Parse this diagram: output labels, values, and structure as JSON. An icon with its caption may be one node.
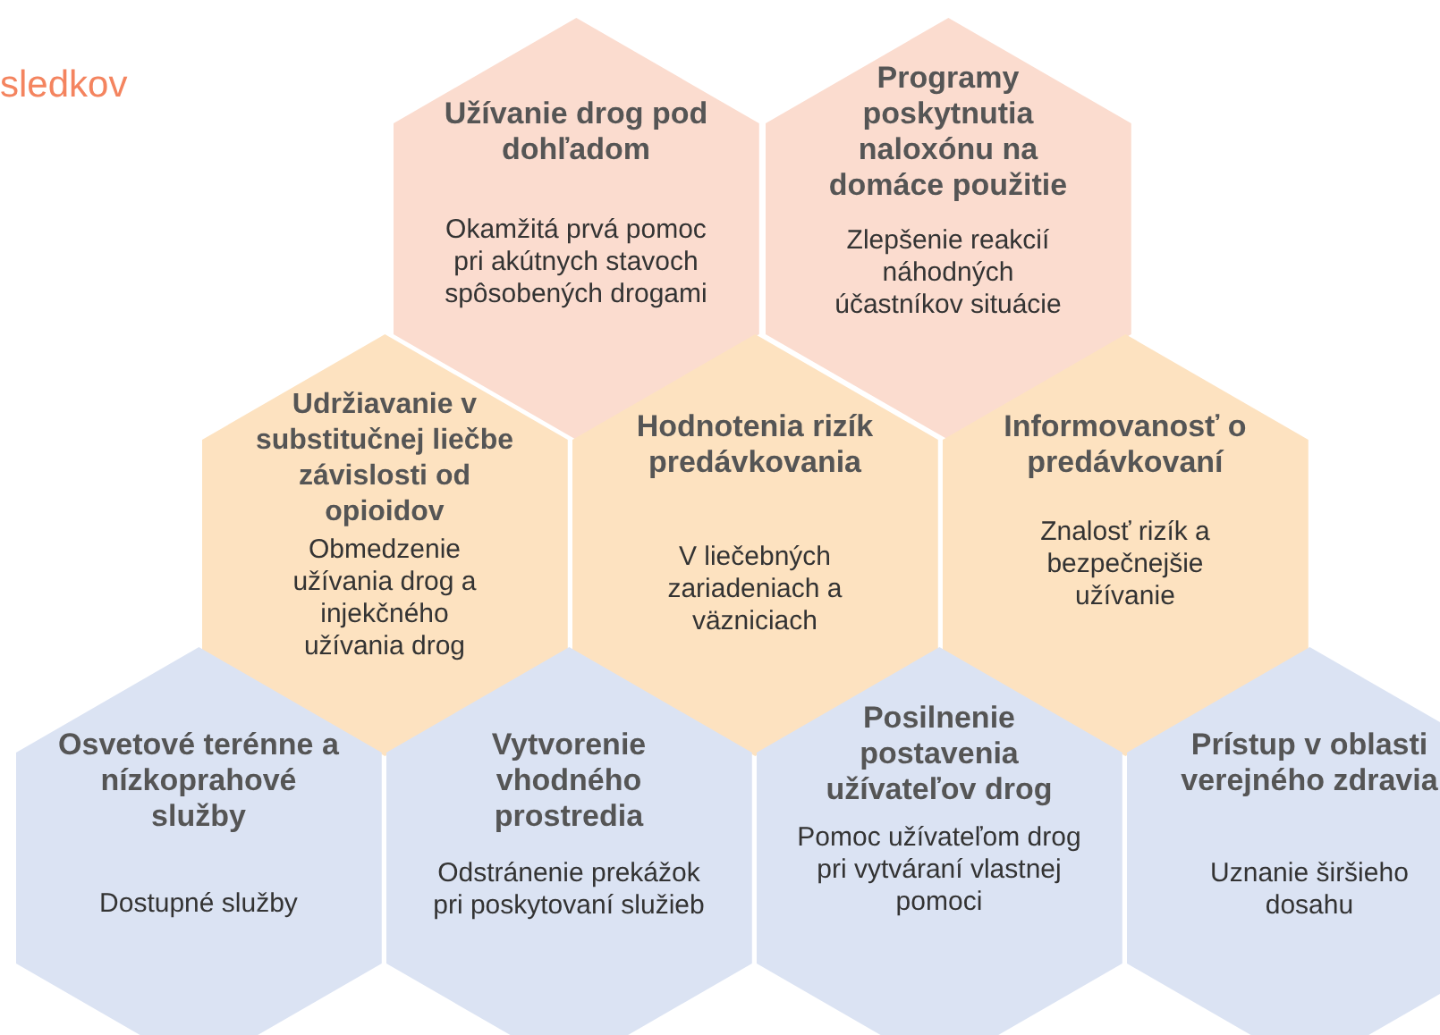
{
  "diagram": {
    "nodes": [
      {
        "text": [
          "Užívanie drog pod dohľadom",
          "Okamžitá prvá pomoc pri akútnych stavoch spôsobených drogami"
        ]
      },
      {
        "text": [
          "Programy poskytnutia naloxónu na domáce použitie",
          "Zlepšenie reakcií náhodných účastníkov situácie"
        ]
      },
      {
        "text": [
          "Udržiavanie v substitučnej liečbe závislosti od opioidov",
          "Obmedzenie užívania drog a injekčného užívania drog"
        ]
      },
      {
        "text": [
          "Hodnotenia rizík predávkovania",
          "V liečebných zariadeniach a väzniciach"
        ]
      },
      {
        "text": [
          "Informovanosť o predávkovaní",
          "Znalosť rizík a bezpečnejšie užívanie"
        ]
      },
      {
        "text": [
          "Osvetové terénne a nízkoprahové služby",
          "Dostupné služby"
        ]
      },
      {
        "text": [
          "Vytvorenie vhodného prostredia",
          "Odstránenie prekážok pri poskytovaní služieb"
        ]
      },
      {
        "text": [
          "Posilnenie postavenia užívateľov drog",
          "Pomoc užívateľom drog pri vytváraní vlastnej pomoci"
        ]
      },
      {
        "text": [
          "Prístup v oblasti verejného zdravia",
          "Uznanie širšieho dosahu"
        ]
      }
    ],
    "labels": [
      "sledkov"
    ]
  }
}
